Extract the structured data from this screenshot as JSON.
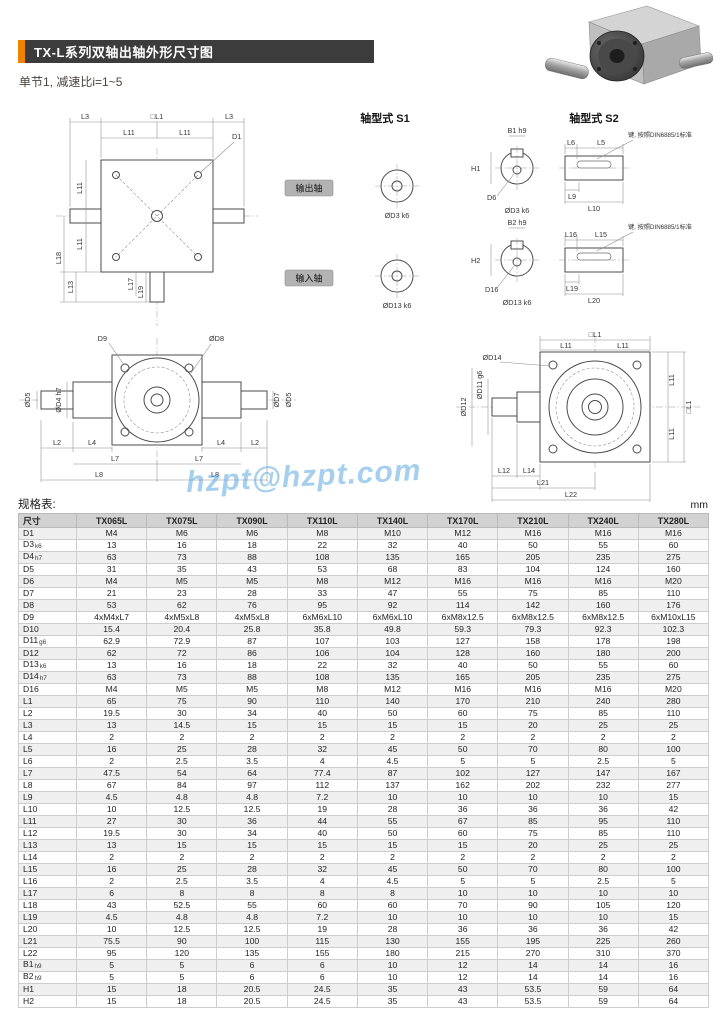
{
  "page": {
    "title": "TX-L系列双轴出轴外形尺寸图",
    "subtitle": "单节1, 减速比i=1~5",
    "watermark": "hzpt@hzpt.com",
    "table_label": "规格表:",
    "unit_label": "mm"
  },
  "drawings": {
    "s1_header": "轴型式 S1",
    "s2_header": "轴型式 S2",
    "output_shaft_badge": "输出轴",
    "input_shaft_badge": "输入轴",
    "key_note": "键, 按照DIN6885/1标准",
    "front_view": {
      "l3": "L3",
      "l1": "□L1",
      "l11": "L11",
      "d1": "D1",
      "l18": "L18",
      "l13": "L13",
      "l17": "L17",
      "l19": "L19"
    },
    "s1": {
      "output_dia": "ØD3 k6",
      "input_dia": "ØD13 k6"
    },
    "s2_output": {
      "b1": "B1 h9",
      "h1": "H1",
      "d6": "D6",
      "dia": "ØD3 k6",
      "l6": "L6",
      "l5": "L5",
      "l9": "L9",
      "l10": "L10"
    },
    "s2_input": {
      "b2": "B2 h9",
      "h2": "H2",
      "d16": "D16",
      "dia": "ØD13 k6",
      "l16": "L16",
      "l15": "L15",
      "l19": "L19",
      "l20": "L20"
    },
    "side_view": {
      "d9": "D9",
      "d8": "ØD8",
      "d5_left": "ØD5",
      "d4": "ØD4 h7",
      "d7": "ØD7",
      "d5_right": "ØD5",
      "l2": "L2",
      "l4": "L4",
      "l7": "L7",
      "l8": "L8"
    },
    "face_view": {
      "l1": "□L1",
      "l11": "L11",
      "d14": "ØD14",
      "d11": "ØD11 g6",
      "d12": "ØD12",
      "l12": "L12",
      "l14": "L14",
      "l21": "L21",
      "l22": "L22"
    }
  },
  "table": {
    "headers": [
      "尺寸",
      "TX065L",
      "TX075L",
      "TX090L",
      "TX110L",
      "TX140L",
      "TX170L",
      "TX210L",
      "TX240L",
      "TX280L"
    ],
    "rows": [
      {
        "label": "D1",
        "sub": "",
        "values": [
          "M4",
          "M6",
          "M6",
          "M8",
          "M10",
          "M12",
          "M16",
          "M16",
          "M16"
        ]
      },
      {
        "label": "D3",
        "sub": "k6",
        "values": [
          "13",
          "16",
          "18",
          "22",
          "32",
          "40",
          "50",
          "55",
          "60"
        ]
      },
      {
        "label": "D4",
        "sub": "h7",
        "values": [
          "63",
          "73",
          "88",
          "108",
          "135",
          "165",
          "205",
          "235",
          "275"
        ]
      },
      {
        "label": "D5",
        "sub": "",
        "values": [
          "31",
          "35",
          "43",
          "53",
          "68",
          "83",
          "104",
          "124",
          "160"
        ]
      },
      {
        "label": "D6",
        "sub": "",
        "values": [
          "M4",
          "M5",
          "M5",
          "M8",
          "M12",
          "M16",
          "M16",
          "M16",
          "M20"
        ]
      },
      {
        "label": "D7",
        "sub": "",
        "values": [
          "21",
          "23",
          "28",
          "33",
          "47",
          "55",
          "75",
          "85",
          "110"
        ]
      },
      {
        "label": "D8",
        "sub": "",
        "values": [
          "53",
          "62",
          "76",
          "95",
          "92",
          "114",
          "142",
          "160",
          "176"
        ]
      },
      {
        "label": "D9",
        "sub": "",
        "values": [
          "4xM4xL7",
          "4xM5xL8",
          "4xM5xL8",
          "6xM6xL10",
          "6xM6xL10",
          "6xM8x12.5",
          "6xM8x12.5",
          "6xM8x12.5",
          "6xM10xL15"
        ]
      },
      {
        "label": "D10",
        "sub": "",
        "values": [
          "15.4",
          "20.4",
          "25.8",
          "35.8",
          "49.8",
          "59.3",
          "79.3",
          "92.3",
          "102.3"
        ]
      },
      {
        "label": "D11",
        "sub": "g6",
        "values": [
          "62.9",
          "72.9",
          "87",
          "107",
          "103",
          "127",
          "158",
          "178",
          "198"
        ]
      },
      {
        "label": "D12",
        "sub": "",
        "values": [
          "62",
          "72",
          "86",
          "106",
          "104",
          "128",
          "160",
          "180",
          "200"
        ]
      },
      {
        "label": "D13",
        "sub": "k6",
        "values": [
          "13",
          "16",
          "18",
          "22",
          "32",
          "40",
          "50",
          "55",
          "60"
        ]
      },
      {
        "label": "D14",
        "sub": "h7",
        "values": [
          "63",
          "73",
          "88",
          "108",
          "135",
          "165",
          "205",
          "235",
          "275"
        ]
      },
      {
        "label": "D16",
        "sub": "",
        "values": [
          "M4",
          "M5",
          "M5",
          "M8",
          "M12",
          "M16",
          "M16",
          "M16",
          "M20"
        ]
      },
      {
        "label": "L1",
        "sub": "",
        "values": [
          "65",
          "75",
          "90",
          "110",
          "140",
          "170",
          "210",
          "240",
          "280"
        ]
      },
      {
        "label": "L2",
        "sub": "",
        "values": [
          "19.5",
          "30",
          "34",
          "40",
          "50",
          "60",
          "75",
          "85",
          "110"
        ]
      },
      {
        "label": "L3",
        "sub": "",
        "values": [
          "13",
          "14.5",
          "15",
          "15",
          "15",
          "15",
          "20",
          "25",
          "25"
        ]
      },
      {
        "label": "L4",
        "sub": "",
        "values": [
          "2",
          "2",
          "2",
          "2",
          "2",
          "2",
          "2",
          "2",
          "2"
        ]
      },
      {
        "label": "L5",
        "sub": "",
        "values": [
          "16",
          "25",
          "28",
          "32",
          "45",
          "50",
          "70",
          "80",
          "100"
        ]
      },
      {
        "label": "L6",
        "sub": "",
        "values": [
          "2",
          "2.5",
          "3.5",
          "4",
          "4.5",
          "5",
          "5",
          "2.5",
          "5"
        ]
      },
      {
        "label": "L7",
        "sub": "",
        "values": [
          "47.5",
          "54",
          "64",
          "77.4",
          "87",
          "102",
          "127",
          "147",
          "167"
        ]
      },
      {
        "label": "L8",
        "sub": "",
        "values": [
          "67",
          "84",
          "97",
          "112",
          "137",
          "162",
          "202",
          "232",
          "277"
        ]
      },
      {
        "label": "L9",
        "sub": "",
        "values": [
          "4.5",
          "4.8",
          "4.8",
          "7.2",
          "10",
          "10",
          "10",
          "10",
          "15"
        ]
      },
      {
        "label": "L10",
        "sub": "",
        "values": [
          "10",
          "12.5",
          "12.5",
          "19",
          "28",
          "36",
          "36",
          "36",
          "42"
        ]
      },
      {
        "label": "L11",
        "sub": "",
        "values": [
          "27",
          "30",
          "36",
          "44",
          "55",
          "67",
          "85",
          "95",
          "110"
        ]
      },
      {
        "label": "L12",
        "sub": "",
        "values": [
          "19.5",
          "30",
          "34",
          "40",
          "50",
          "60",
          "75",
          "85",
          "110"
        ]
      },
      {
        "label": "L13",
        "sub": "",
        "values": [
          "13",
          "15",
          "15",
          "15",
          "15",
          "15",
          "20",
          "25",
          "25"
        ]
      },
      {
        "label": "L14",
        "sub": "",
        "values": [
          "2",
          "2",
          "2",
          "2",
          "2",
          "2",
          "2",
          "2",
          "2"
        ]
      },
      {
        "label": "L15",
        "sub": "",
        "values": [
          "16",
          "25",
          "28",
          "32",
          "45",
          "50",
          "70",
          "80",
          "100"
        ]
      },
      {
        "label": "L16",
        "sub": "",
        "values": [
          "2",
          "2.5",
          "3.5",
          "4",
          "4.5",
          "5",
          "5",
          "2.5",
          "5"
        ]
      },
      {
        "label": "L17",
        "sub": "",
        "values": [
          "6",
          "8",
          "8",
          "8",
          "8",
          "10",
          "10",
          "10",
          "10"
        ]
      },
      {
        "label": "L18",
        "sub": "",
        "values": [
          "43",
          "52.5",
          "55",
          "60",
          "60",
          "70",
          "90",
          "105",
          "120"
        ]
      },
      {
        "label": "L19",
        "sub": "",
        "values": [
          "4.5",
          "4.8",
          "4.8",
          "7.2",
          "10",
          "10",
          "10",
          "10",
          "15"
        ]
      },
      {
        "label": "L20",
        "sub": "",
        "values": [
          "10",
          "12.5",
          "12.5",
          "19",
          "28",
          "36",
          "36",
          "36",
          "42"
        ]
      },
      {
        "label": "L21",
        "sub": "",
        "values": [
          "75.5",
          "90",
          "100",
          "115",
          "130",
          "155",
          "195",
          "225",
          "260"
        ]
      },
      {
        "label": "L22",
        "sub": "",
        "values": [
          "95",
          "120",
          "135",
          "155",
          "180",
          "215",
          "270",
          "310",
          "370"
        ]
      },
      {
        "label": "B1",
        "sub": "h9",
        "values": [
          "5",
          "5",
          "6",
          "6",
          "10",
          "12",
          "14",
          "14",
          "16"
        ]
      },
      {
        "label": "B2",
        "sub": "h9",
        "values": [
          "5",
          "5",
          "6",
          "6",
          "10",
          "12",
          "14",
          "14",
          "16"
        ]
      },
      {
        "label": "H1",
        "sub": "",
        "values": [
          "15",
          "18",
          "20.5",
          "24.5",
          "35",
          "43",
          "53.5",
          "59",
          "64"
        ]
      },
      {
        "label": "H2",
        "sub": "",
        "values": [
          "15",
          "18",
          "20.5",
          "24.5",
          "35",
          "43",
          "53.5",
          "59",
          "64"
        ]
      }
    ]
  }
}
